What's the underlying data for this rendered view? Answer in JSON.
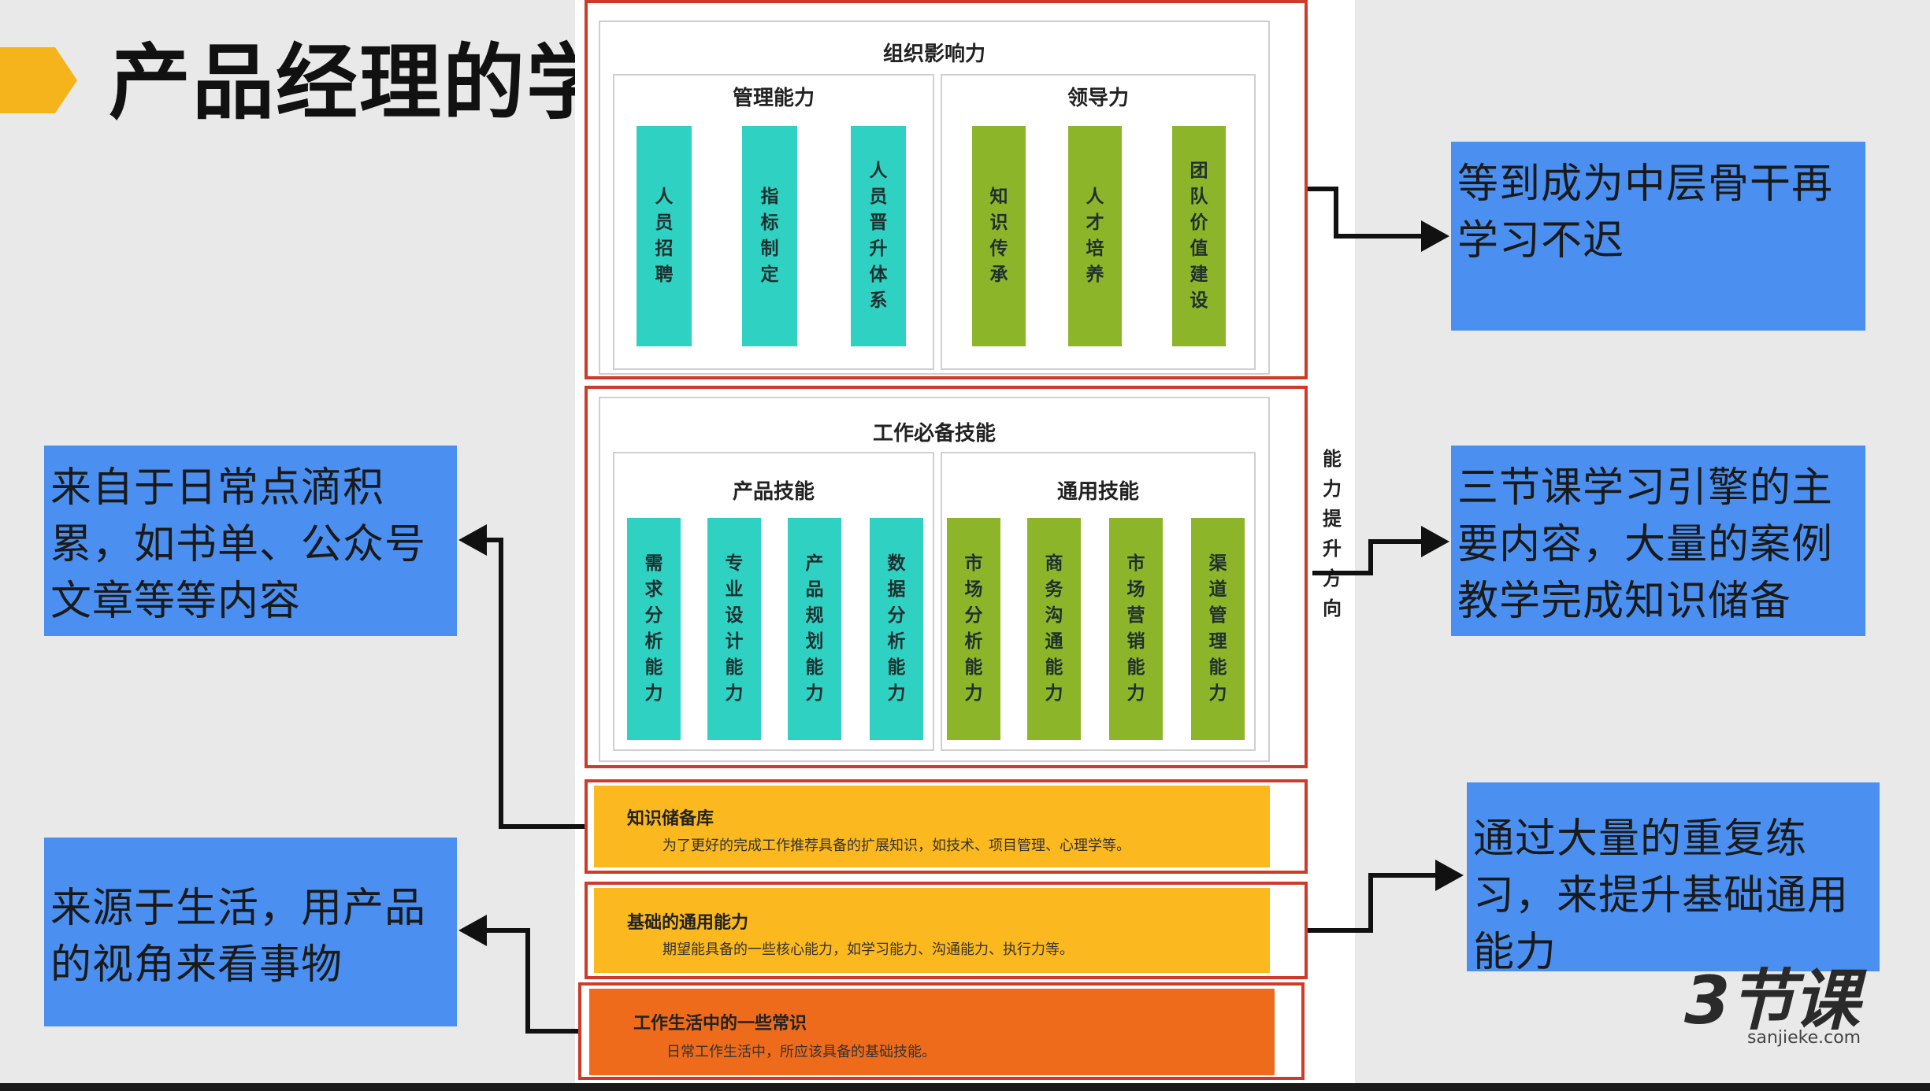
{
  "slide": {
    "title": "产品经理的学"
  },
  "org": {
    "title": "组织影响力",
    "groups": [
      {
        "title": "管理能力",
        "items": [
          "人员招聘",
          "指标制定",
          "人员晋升体系"
        ]
      },
      {
        "title": "领导力",
        "items": [
          "知识传承",
          "人才培养",
          "团队价值建设"
        ]
      }
    ]
  },
  "skills": {
    "title": "工作必备技能",
    "groups": [
      {
        "title": "产品技能",
        "items": [
          "需求分析能力",
          "专业设计能力",
          "产品规划能力",
          "数据分析能力"
        ]
      },
      {
        "title": "通用技能",
        "items": [
          "市场分析能力",
          "商务沟通能力",
          "市场营销能力",
          "渠道管理能力"
        ]
      }
    ]
  },
  "bands": [
    {
      "title": "知识储备库",
      "desc": "为了更好的完成工作推荐具备的扩展知识，如技术、项目管理、心理学等。"
    },
    {
      "title": "基础的通用能力",
      "desc": "期望能具备的一些核心能力，如学习能力、沟通能力、执行力等。"
    },
    {
      "title": "工作生活中的一些常识",
      "desc": "日常工作生活中，所应该具备的基础技能。"
    }
  ],
  "side_label": "能力提升方向",
  "callouts": {
    "right_top": "等到成为中层骨干再学习不迟",
    "right_mid": "三节课学习引擎的主要内容，大量的案例教学完成知识储备",
    "right_bottom": "通过大量的重复练习，来提升基础通用能力",
    "left_top": "来自于日常点滴积累，如书单、公众号文章等等内容",
    "left_bottom": "来源于生活，用产品的视角来看事物"
  },
  "logo": {
    "mark": "3节课",
    "url": "sanjieke.com"
  },
  "colors": {
    "teal": "#2fd2c2",
    "green": "#8db52a",
    "yellow": "#fbb81f",
    "orange": "#ee6b1c",
    "blue": "#4b90f0",
    "red_frame": "#cf3b2b",
    "title_arrow": "#f5b41c"
  }
}
